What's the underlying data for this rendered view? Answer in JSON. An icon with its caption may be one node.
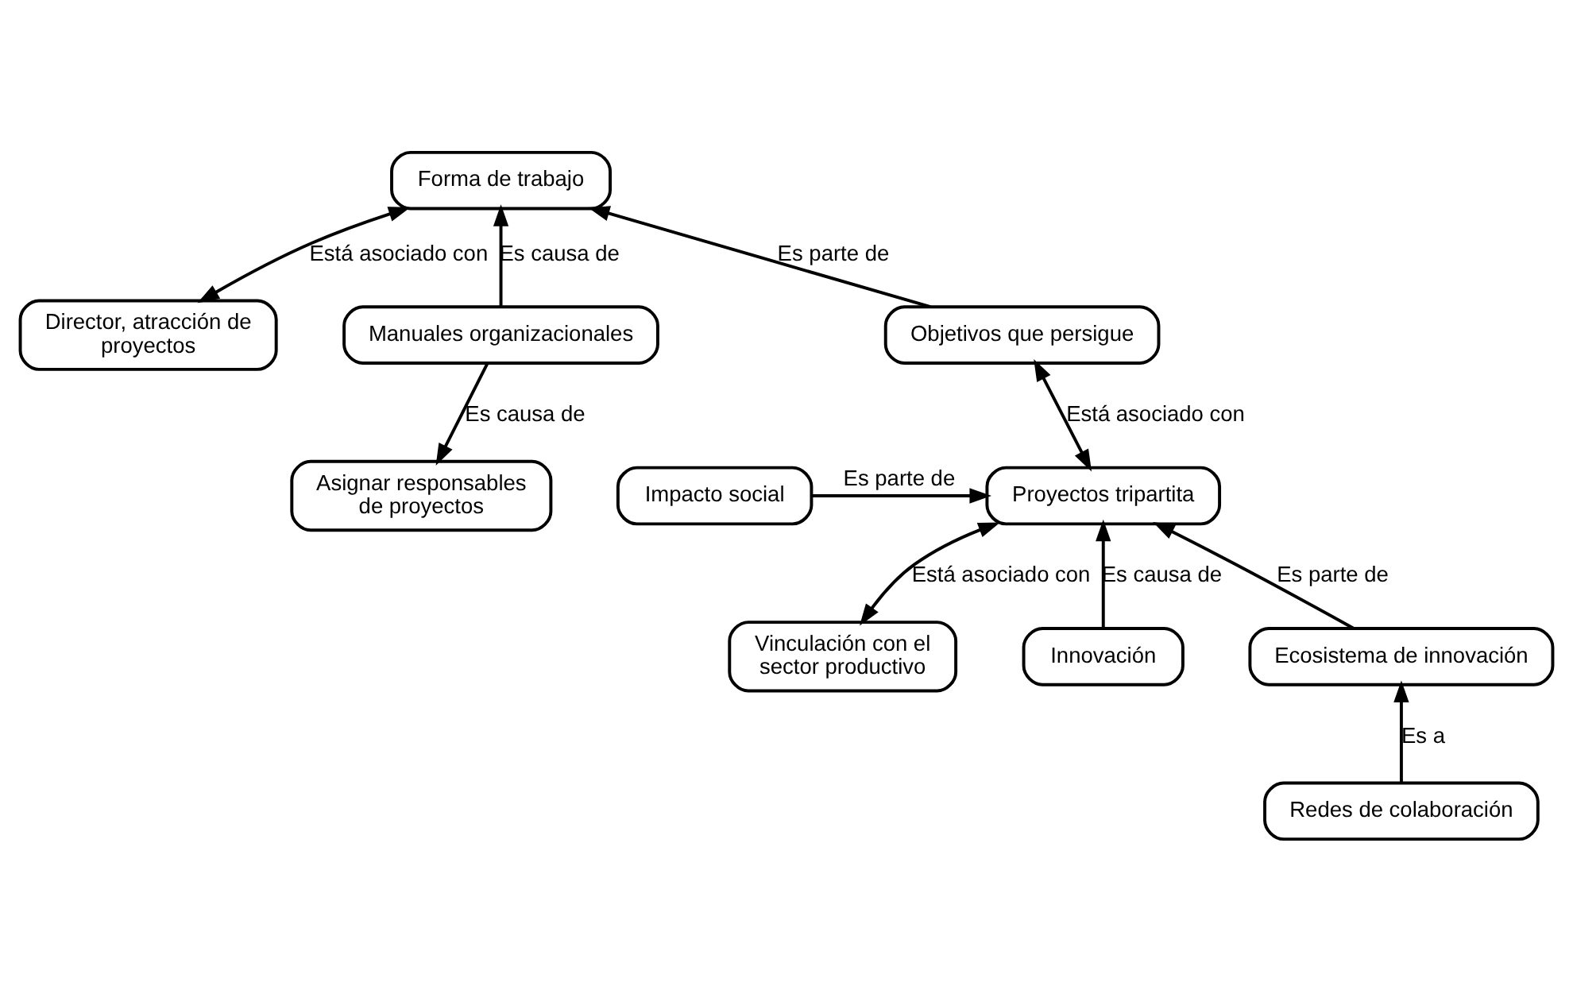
{
  "diagram": {
    "nodes": [
      {
        "text": [
          "Forma de trabajo"
        ]
      },
      {
        "text": [
          "Director, atracción de proyectos"
        ]
      },
      {
        "text": [
          "Manuales organizacionales"
        ]
      },
      {
        "text": [
          "Objetivos que persigue"
        ]
      },
      {
        "text": [
          "Asignar responsables de proyectos"
        ]
      },
      {
        "text": [
          "Impacto social"
        ]
      },
      {
        "text": [
          "Proyectos tripartita"
        ]
      },
      {
        "text": [
          "Vinculación con el sector productivo"
        ]
      },
      {
        "text": [
          "Innovación"
        ]
      },
      {
        "text": [
          "Ecosistema de innovación"
        ]
      },
      {
        "text": [
          "Redes de colaboración"
        ]
      }
    ],
    "edges": [
      {
        "from": 0,
        "to": 1,
        "arrow": "both",
        "label": "Está asociado con"
      },
      {
        "from": 2,
        "to": 0,
        "arrow": "to",
        "label": "Es causa de"
      },
      {
        "from": 3,
        "to": 0,
        "arrow": "to",
        "label": "Es parte de"
      },
      {
        "from": 2,
        "to": 4,
        "arrow": "to",
        "label": "Es causa de"
      },
      {
        "from": 3,
        "to": 6,
        "arrow": "both",
        "label": "Está asociado con"
      },
      {
        "from": 5,
        "to": 6,
        "arrow": "to",
        "label": "Es parte de"
      },
      {
        "from": 6,
        "to": 7,
        "arrow": "both",
        "label": "Está asociado con"
      },
      {
        "from": 8,
        "to": 6,
        "arrow": "to",
        "label": "Es causa de"
      },
      {
        "from": 9,
        "to": 6,
        "arrow": "to",
        "label": "Es parte de"
      },
      {
        "from": 10,
        "to": 9,
        "arrow": "to",
        "label": "Es a"
      }
    ]
  }
}
